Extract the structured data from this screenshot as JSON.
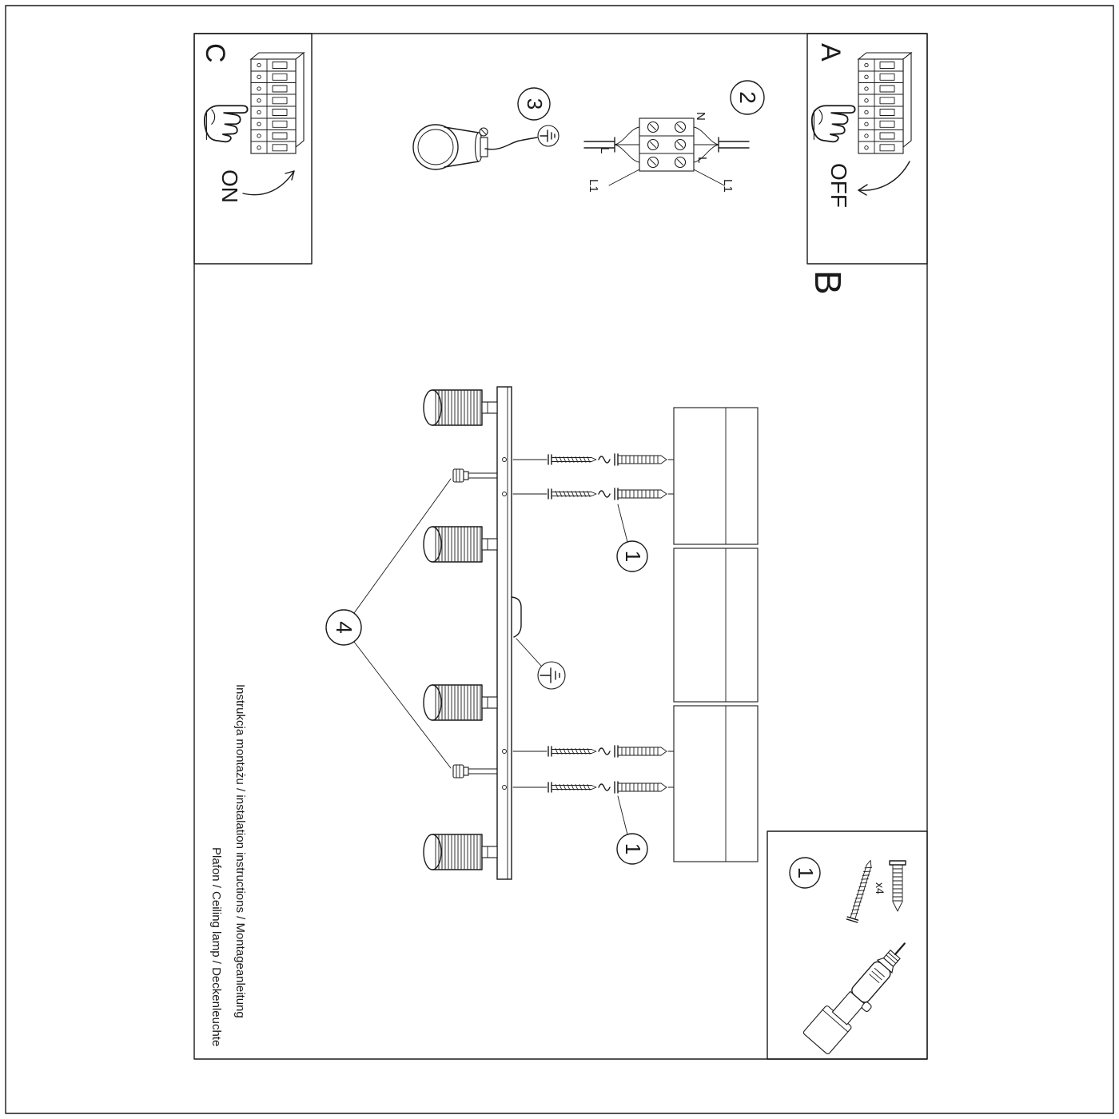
{
  "footer": {
    "line1": "Instrukcja montażu / instalation instructions / Montageanleitung",
    "line2": "Plafon / Ceiling lamp / Deckenleuchte"
  },
  "sections": {
    "a": {
      "label": "A",
      "action": "OFF"
    },
    "b": {
      "label": "B"
    },
    "c": {
      "label": "C",
      "action": "ON"
    }
  },
  "steps": {
    "one": "1",
    "two": "2",
    "three": "3",
    "four": "4"
  },
  "wiring": {
    "n": "N",
    "l_left": "L",
    "l_right": "L",
    "l1_left": "L1",
    "l1_right": "L1"
  },
  "parts": {
    "badge": "1",
    "qty": "x4"
  },
  "colors": {
    "ink": "#1a1a1a",
    "paper": "#ffffff"
  }
}
